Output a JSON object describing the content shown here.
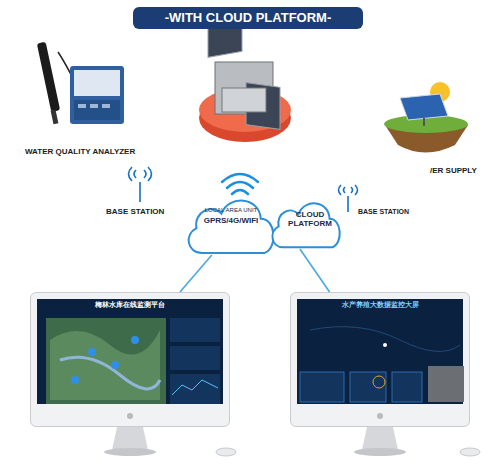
{
  "diagram": {
    "title": "-WITH CLOUD PLATFORM-",
    "nodes": [
      {
        "text": [
          "LOCAL AREA UNIT",
          "GPRS/4G/WIFI"
        ]
      },
      {
        "text": [
          "CLOUD PLATFORM"
        ]
      },
      {
        "text": [
          "梅林水库在线监测平台"
        ]
      },
      {
        "text": [
          "水产养殖大数据监控大屏"
        ]
      }
    ],
    "edges": [
      {
        "from": 0,
        "to": 2,
        "arrow": "none"
      },
      {
        "from": 1,
        "to": 3,
        "arrow": "none"
      }
    ],
    "labels": [
      "WATER QUALITY ANALYZER",
      "/ER SUPPLY",
      "BASE STATION",
      "BASE STATION"
    ]
  }
}
